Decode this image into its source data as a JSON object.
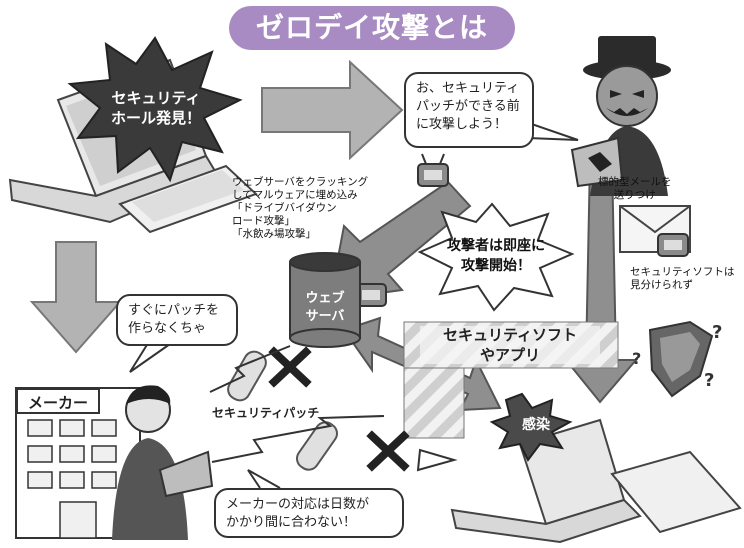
{
  "title": "ゼロデイ攻撃とは",
  "discovery_star": "セキュリティ\nホール発見！",
  "attacker_bubble": "お、セキュリティ\nパッチができる前\nに攻撃しよう！",
  "maker_bubble": "すぐにパッチを\n作らなくちゃ",
  "server_attack_note": "ウェブサーバをクラッキング\nしてマルウェアに埋め込み\n「ドライブバイダウン\nロード攻撃」\n「水飲み場攻撃」",
  "targeted_mail_note": "標的型メールを\n送りつけ",
  "security_soft_note": "セキュリティソフトは\n見分けられず",
  "immediate_attack_star": "攻撃者は即座に\n攻撃開始！",
  "web_server_label": "ウェブ\nサーバ",
  "security_app_banner": "セキュリティソフト\nやアプリ",
  "maker_sign": "メーカー",
  "patch_label": "セキュリティパッチ",
  "infection_star": "感染",
  "maker_response_bubble": "メーカーの対応は日数が\nかかり間に合わない！"
}
